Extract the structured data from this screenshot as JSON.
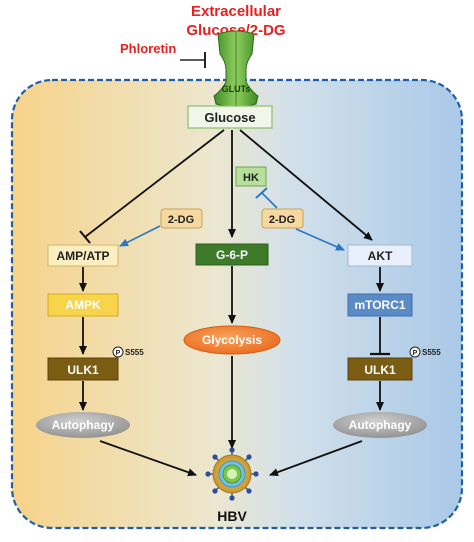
{
  "header": {
    "line1": "Extracellular",
    "line2": "Glucose/2-DG",
    "inhibitor": "Phloretin",
    "transporter": "GLUTs"
  },
  "nodes": {
    "glucose": "Glucose",
    "hk": "HK",
    "dg_left": "2-DG",
    "dg_right": "2-DG",
    "amp_atp": "AMP/ATP",
    "g6p": "G-6-P",
    "akt": "AKT",
    "ampk": "AMPK",
    "glycolysis": "Glycolysis",
    "mtorc1": "mTORC1",
    "ulk1_left": "ULK1",
    "ulk1_right": "ULK1",
    "p_left": "P",
    "p_right": "P",
    "s555_left": "S555",
    "s555_right": "S555",
    "autophagy_left": "Autophagy",
    "autophagy_right": "Autophagy",
    "hbv": "HBV"
  },
  "colors": {
    "red_text": "#e8201f",
    "membrane": "#1e5fa8",
    "glut_green": "#5aa33a",
    "amp_fill": "#fbeec0",
    "ampk_fill": "#f7d44a",
    "ulk_fill": "#7a5c12",
    "g6p_fill": "#3d7a2a",
    "glycolysis_fill": "#f07b2a",
    "akt_fill": "#e9f0fb",
    "mtorc_fill": "#5b8bc7",
    "autophagy_fill": "#9e9e9e",
    "hk_fill": "#b6e09c",
    "dg_fill": "#f6d9a0",
    "blue_arrow": "#2a78c4"
  }
}
